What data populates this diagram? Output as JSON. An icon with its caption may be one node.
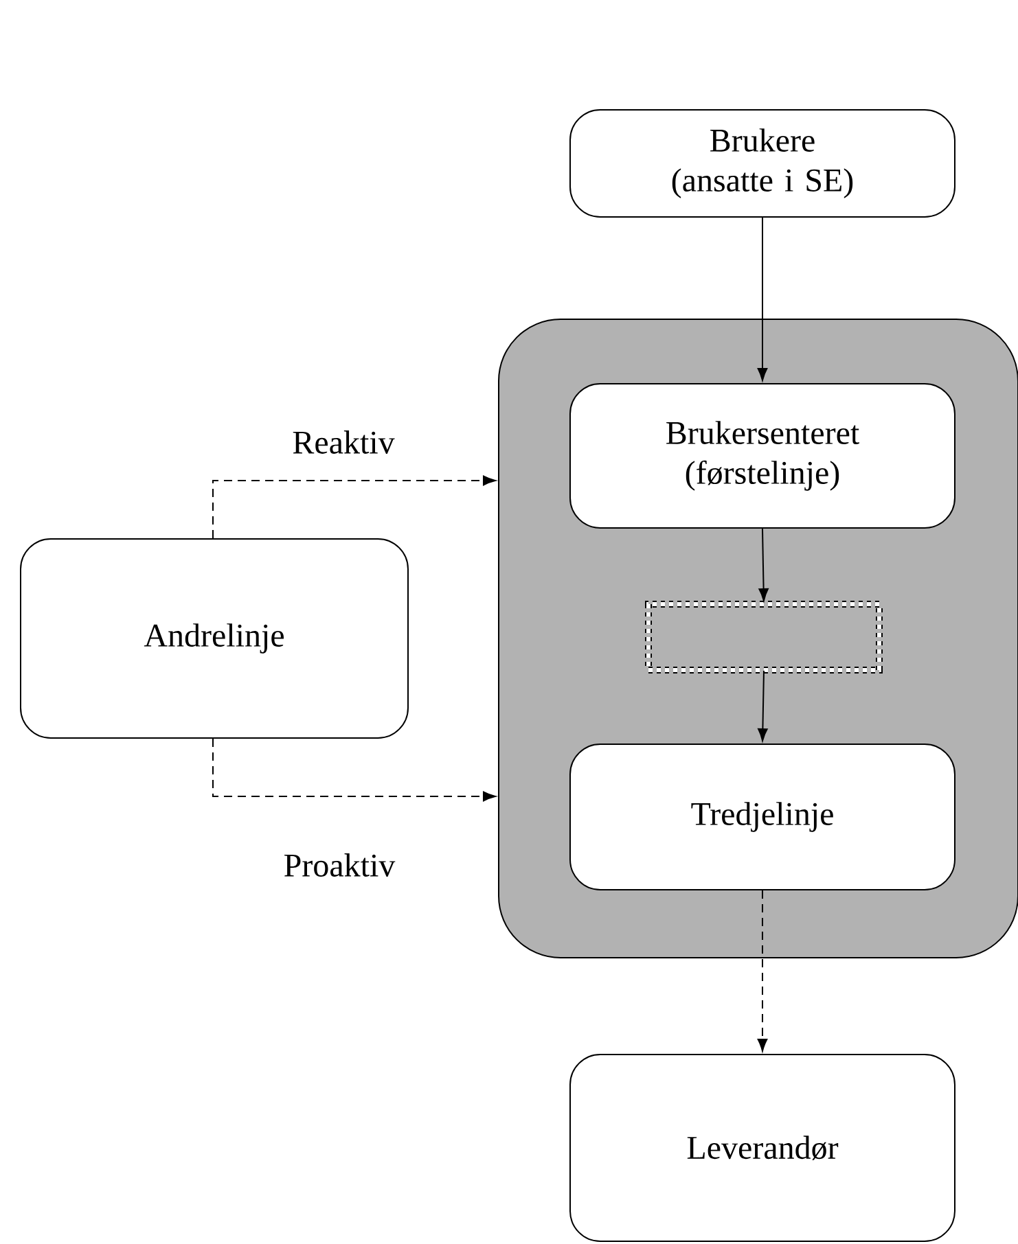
{
  "diagram": {
    "nodes": [
      {
        "text": [
          "Brukere (ansatte i SE)"
        ]
      },
      {
        "text": [],
        "shape": "box"
      },
      {
        "text": [
          "Brukersenteret (førstelinje)"
        ],
        "in": 1
      },
      {
        "text": [],
        "shape": "box",
        "in": 1
      },
      {
        "text": [
          "Tredjelinje"
        ],
        "in": 1
      },
      {
        "text": [
          "Andrelinje"
        ]
      },
      {
        "text": [
          "Leverandør"
        ]
      }
    ],
    "edges": [
      {
        "from": 0,
        "to": 2,
        "arrow": "to"
      },
      {
        "from": 2,
        "to": 3,
        "arrow": "to"
      },
      {
        "from": 3,
        "to": 4,
        "arrow": "to"
      },
      {
        "from": 5,
        "to": 1,
        "arrow": "to",
        "style": "dashed",
        "label": "Reaktiv"
      },
      {
        "from": 5,
        "to": 1,
        "arrow": "to",
        "style": "dashed",
        "label": "Proaktiv"
      },
      {
        "from": 4,
        "to": 6,
        "arrow": "to",
        "style": "dashed"
      }
    ]
  }
}
